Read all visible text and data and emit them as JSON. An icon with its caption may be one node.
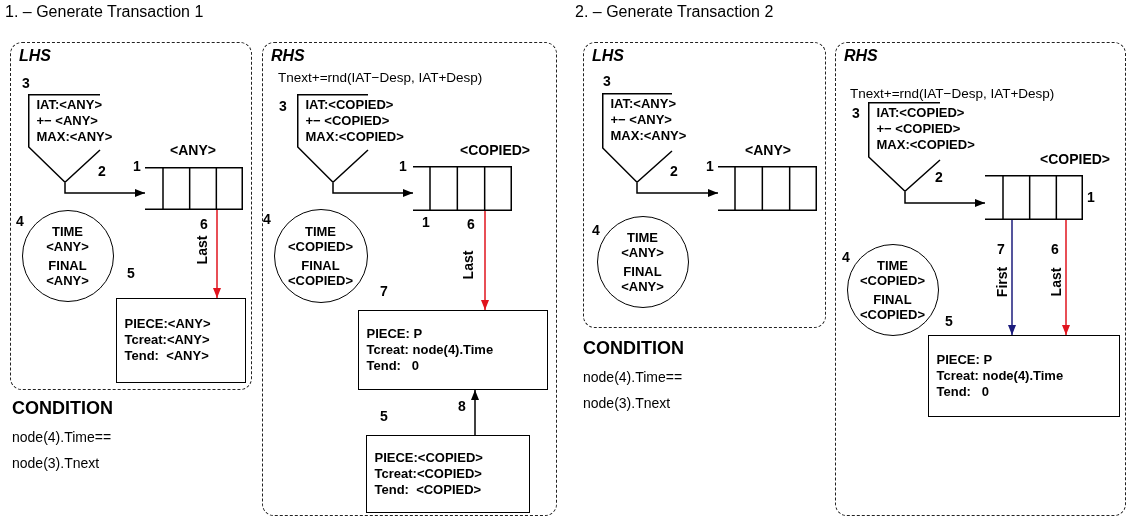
{
  "diagram": {
    "nodes": [
      {
        "text": [
          "LHS"
        ]
      },
      {
        "text": [
          "IAT:<ANY>",
          "+− <ANY>",
          "MAX:<ANY>"
        ],
        "in": 0,
        "beside": [
          "3"
        ]
      },
      {
        "text": [],
        "shape": "queue",
        "in": 0,
        "beside": [
          "<ANY>",
          "1"
        ]
      },
      {
        "text": [
          "TIME <ANY>",
          "FINAL <ANY>"
        ],
        "in": 0,
        "beside": [
          "4"
        ]
      },
      {
        "text": [
          "PIECE:<ANY>",
          "Tcreat:<ANY>",
          "Tend:  <ANY>"
        ],
        "in": 0,
        "beside": [
          "5"
        ]
      },
      {
        "text": [
          "RHS"
        ]
      },
      {
        "text": [
          "IAT:<COPIED>",
          "+− <COPIED>",
          "MAX:<COPIED>"
        ],
        "in": 5,
        "beside": [
          "3"
        ]
      },
      {
        "text": [],
        "shape": "queue",
        "in": 5,
        "beside": [
          "<COPIED>",
          "1",
          "1"
        ]
      },
      {
        "text": [
          "TIME <COPIED>",
          "FINAL <COPIED>"
        ],
        "in": 5,
        "beside": [
          "4"
        ]
      },
      {
        "text": [
          "PIECE: P",
          "Tcreat: node(4).Time",
          "Tend:   0"
        ],
        "in": 5,
        "beside": [
          "7"
        ]
      },
      {
        "text": [
          "PIECE:<COPIED>",
          "Tcreat:<COPIED>",
          "Tend:  <COPIED>"
        ],
        "in": 5,
        "beside": [
          "5"
        ]
      },
      {
        "text": [
          "LHS"
        ]
      },
      {
        "text": [
          "IAT:<ANY>",
          "+− <ANY>",
          "MAX:<ANY>"
        ],
        "in": 11,
        "beside": [
          "3"
        ]
      },
      {
        "text": [],
        "shape": "queue",
        "in": 11,
        "beside": [
          "<ANY>",
          "1"
        ]
      },
      {
        "text": [
          "TIME <ANY>",
          "FINAL <ANY>"
        ],
        "in": 11,
        "beside": [
          "4"
        ]
      },
      {
        "text": [
          "RHS"
        ]
      },
      {
        "text": [
          "IAT:<COPIED>",
          "+− <COPIED>",
          "MAX:<COPIED>"
        ],
        "in": 15,
        "beside": [
          "3"
        ]
      },
      {
        "text": [],
        "shape": "queue",
        "in": 15,
        "beside": [
          "<COPIED>",
          "1"
        ]
      },
      {
        "text": [
          "TIME <COPIED>",
          "FINAL <COPIED>"
        ],
        "in": 15,
        "beside": [
          "4"
        ]
      },
      {
        "text": [
          "PIECE: P",
          "Tcreat: node(4).Time",
          "Tend:   0"
        ],
        "in": 15,
        "beside": [
          "5"
        ]
      }
    ],
    "edges": [
      {
        "from": 1,
        "to": 2,
        "arrow": "to",
        "label": "2"
      },
      {
        "from": 2,
        "to": 4,
        "arrow": "to",
        "label": "Last",
        "color": "#e0141e"
      },
      {
        "from": 6,
        "to": 7,
        "arrow": "to"
      },
      {
        "from": 7,
        "to": 9,
        "arrow": "to",
        "label": "Last",
        "color": "#e0141e"
      },
      {
        "from": 10,
        "to": 9,
        "arrow": "to",
        "label": "8"
      },
      {
        "from": 12,
        "to": 13,
        "arrow": "to",
        "label": "2"
      },
      {
        "from": 16,
        "to": 17,
        "arrow": "to",
        "label": "2"
      },
      {
        "from": 17,
        "to": 19,
        "arrow": "to",
        "label": "First",
        "color": "#1c1c7c"
      },
      {
        "from": 17,
        "to": 19,
        "arrow": "to",
        "label": "Last",
        "color": "#e0141e"
      }
    ],
    "labels": [
      "1. – Generate Transaction 1",
      "6",
      "Tnext+=rnd(IAT−Desp, IAT+Desp)",
      "6",
      "CONDITION",
      "node(4).Time== node(3).Tnext",
      "2. – Generate Transaction 2",
      "Tnext+=rnd(IAT−Desp, IAT+Desp)",
      "7",
      "6",
      "CONDITION",
      "node(4).Time== node(3).Tnext"
    ]
  }
}
